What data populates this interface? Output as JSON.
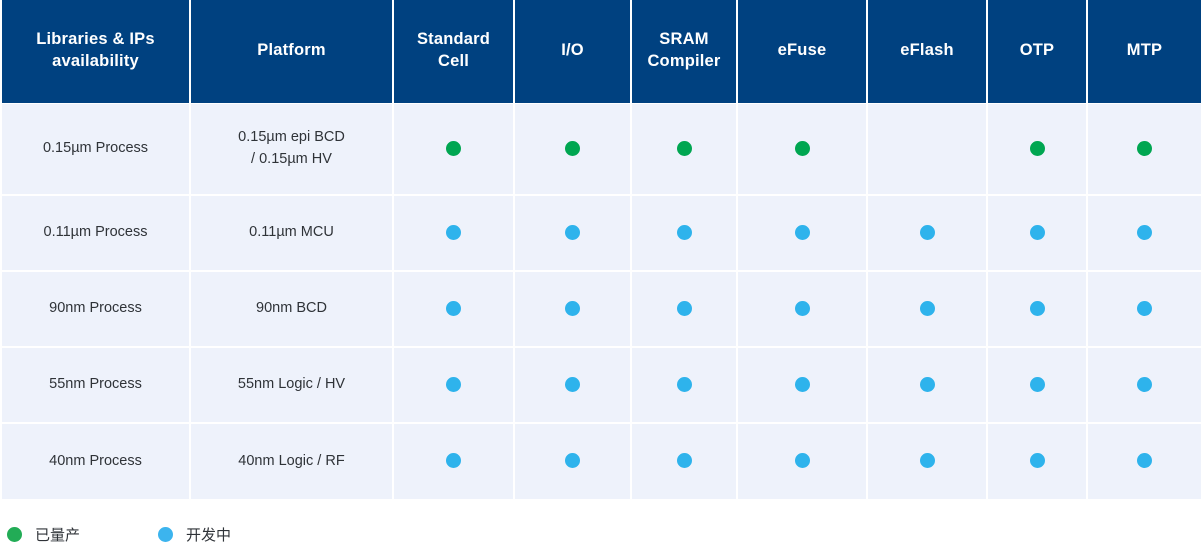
{
  "table": {
    "columns": [
      {
        "key": "process",
        "label": "Libraries  & IPs availability"
      },
      {
        "key": "platform",
        "label": "Platform"
      },
      {
        "key": "stdcell",
        "label": "Standard Cell"
      },
      {
        "key": "io",
        "label": "I/O"
      },
      {
        "key": "sram",
        "label": "SRAM Compiler"
      },
      {
        "key": "efuse",
        "label": "eFuse"
      },
      {
        "key": "eflash",
        "label": "eFlash"
      },
      {
        "key": "otp",
        "label": "OTP"
      },
      {
        "key": "mtp",
        "label": "MTP"
      }
    ],
    "header_lines": [
      [
        "Libraries  & IPs",
        "availability"
      ],
      [
        "Platform"
      ],
      [
        "Standard",
        "Cell"
      ],
      [
        "I/O"
      ],
      [
        "SRAM",
        "Compiler"
      ],
      [
        "eFuse"
      ],
      [
        "eFlash"
      ],
      [
        "OTP"
      ],
      [
        "MTP"
      ]
    ],
    "rows": [
      {
        "process": "0.15µm Process",
        "platform_lines": [
          "0.15µm epi BCD",
          "/ 0.15µm HV"
        ],
        "status": [
          "green",
          "green",
          "green",
          "green",
          "none",
          "green",
          "green"
        ]
      },
      {
        "process": "0.11µm Process",
        "platform_lines": [
          "0.11µm MCU"
        ],
        "status": [
          "blue",
          "blue",
          "blue",
          "blue",
          "blue",
          "blue",
          "blue"
        ]
      },
      {
        "process": "90nm Process",
        "platform_lines": [
          "90nm BCD"
        ],
        "status": [
          "blue",
          "blue",
          "blue",
          "blue",
          "blue",
          "blue",
          "blue"
        ]
      },
      {
        "process": "55nm Process",
        "platform_lines": [
          "55nm Logic / HV"
        ],
        "status": [
          "blue",
          "blue",
          "blue",
          "blue",
          "blue",
          "blue",
          "blue"
        ]
      },
      {
        "process": "40nm Process",
        "platform_lines": [
          "40nm Logic / RF"
        ],
        "status": [
          "blue",
          "blue",
          "blue",
          "blue",
          "blue",
          "blue",
          "blue"
        ]
      }
    ]
  },
  "legend": {
    "items": [
      {
        "color_key": "green",
        "label": "已量产",
        "color": "#22ac56"
      },
      {
        "color_key": "blue",
        "label": "开发中",
        "color": "#3cb4ee"
      }
    ]
  },
  "colors": {
    "header_bg": "#004180",
    "header_text": "#ffffff",
    "cell_bg": "#eef2fb",
    "cell_text": "#2f3338",
    "grid": "#ffffff",
    "status_green": "#00a651",
    "status_blue": "#2eb3ec",
    "page_bg": "#ffffff"
  },
  "header_r0c0_l0": "Libraries  & IPs",
  "header_r0c0_l1": "availability",
  "header_platform": "Platform",
  "header_stdcell_l0": "Standard",
  "header_stdcell_l1": "Cell",
  "header_io": "I/O",
  "header_sram_l0": "SRAM",
  "header_sram_l1": "Compiler",
  "header_efuse": "eFuse",
  "header_eflash": "eFlash",
  "header_otp": "OTP",
  "header_mtp": "MTP"
}
